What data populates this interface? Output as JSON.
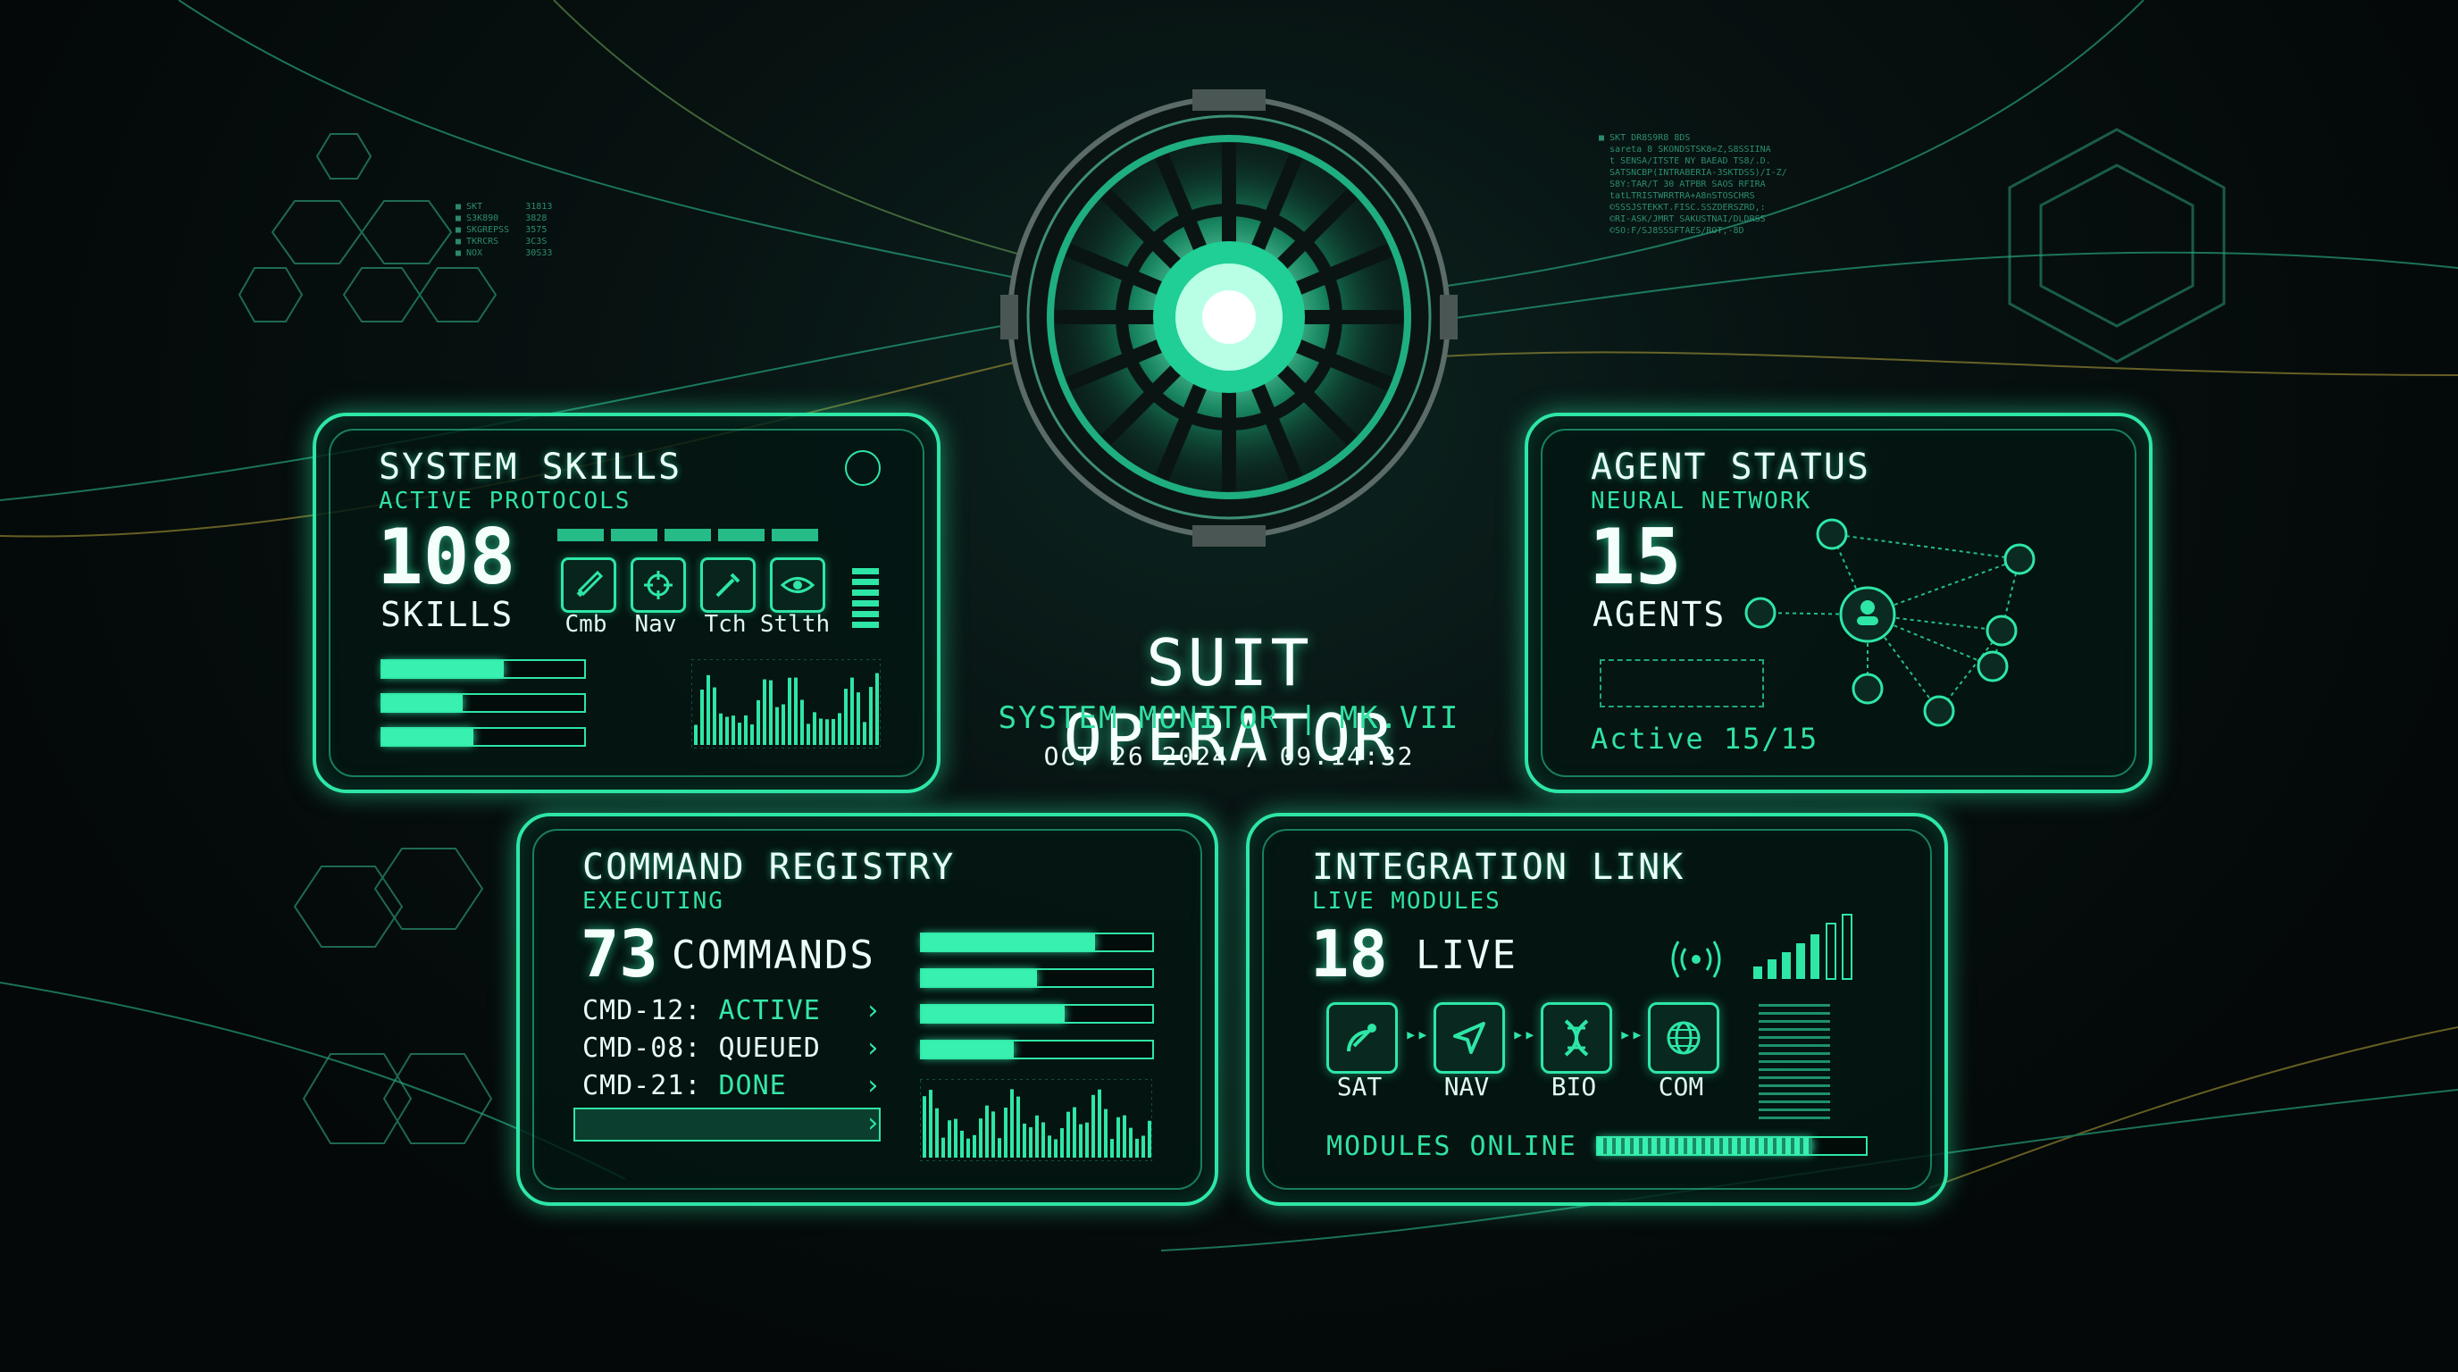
{
  "header": {
    "title": "SUIT OPERATOR",
    "subtitle": "SYSTEM MONITOR | MK.VII",
    "timestamp": "OCT 26 2024 / 09:14:32"
  },
  "skills_panel": {
    "title": "SYSTEM SKILLS",
    "subtitle": "ACTIVE PROTOCOLS",
    "count": "108",
    "unit": "SKILLS",
    "icons": [
      {
        "label": "Cmb",
        "icon": "sword-icon"
      },
      {
        "label": "Nav",
        "icon": "crosshair-icon"
      },
      {
        "label": "Tch",
        "icon": "tool-icon"
      },
      {
        "label": "Stlth",
        "icon": "eye-icon"
      }
    ],
    "bars": [
      0.6,
      0.4,
      0.45
    ]
  },
  "agents_panel": {
    "title": "AGENT STATUS",
    "subtitle": "NEURAL NETWORK",
    "count": "15",
    "unit": "AGENTS",
    "active_text": "Active 15/15"
  },
  "commands_panel": {
    "title": "COMMAND REGISTRY",
    "subtitle": "EXECUTING",
    "count": "73",
    "unit": "COMMANDS",
    "commands": [
      {
        "id": "CMD-12:",
        "status": "ACTIVE"
      },
      {
        "id": "CMD-08:",
        "status": "QUEUED"
      },
      {
        "id": "CMD-21:",
        "status": "DONE"
      }
    ],
    "bars": [
      0.75,
      0.5,
      0.62,
      0.4
    ]
  },
  "integration_panel": {
    "title": "INTEGRATION LINK",
    "subtitle": "LIVE MODULES",
    "count": "18",
    "unit": "LIVE",
    "modules": [
      {
        "label": "SAT",
        "icon": "satellite-icon"
      },
      {
        "label": "NAV",
        "icon": "navigation-arrow-icon"
      },
      {
        "label": "BIO",
        "icon": "dna-icon"
      },
      {
        "label": "COM",
        "icon": "globe-icon"
      }
    ],
    "footer": "MODULES ONLINE",
    "progress": 0.8
  },
  "colors": {
    "accent": "#2ee6a6",
    "bg": "#05090a",
    "text": "#eafff7"
  }
}
